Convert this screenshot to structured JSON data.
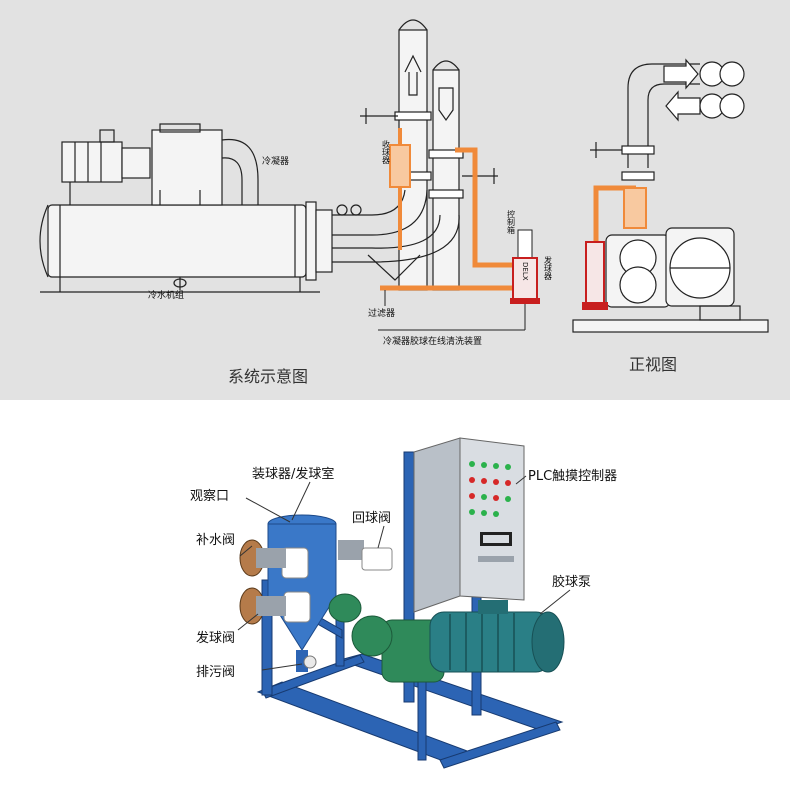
{
  "diagram": {
    "top_labels": {
      "condenser": "冷凝器",
      "chiller": "冷水机组",
      "ball_collector": "收球器",
      "control_box": "控制箱",
      "ball_launcher": "发球器",
      "filter": "过滤器",
      "cleaning_device": "冷凝器胶球在线清洗装置",
      "nameplate": "DELX"
    },
    "captions": {
      "system": "系统示意图",
      "front": "正视图"
    },
    "bottom_labels": {
      "ball_chamber": "装球器/发球室",
      "observation_port": "观察口",
      "return_valve": "回球阀",
      "makeup_valve": "补水阀",
      "launch_valve": "发球阀",
      "drain_valve": "排污阀",
      "plc": "PLC触摸控制器",
      "pump": "胶球泵"
    },
    "colors": {
      "line": "#222222",
      "gray_panel": "#e2e2e2",
      "orange_pipe": "#f08a3a",
      "frame_blue": "#2c64b4",
      "pump_green": "#2f8a5a",
      "motor_teal": "#2a7f86",
      "cabinet": "#d9dde2"
    }
  }
}
